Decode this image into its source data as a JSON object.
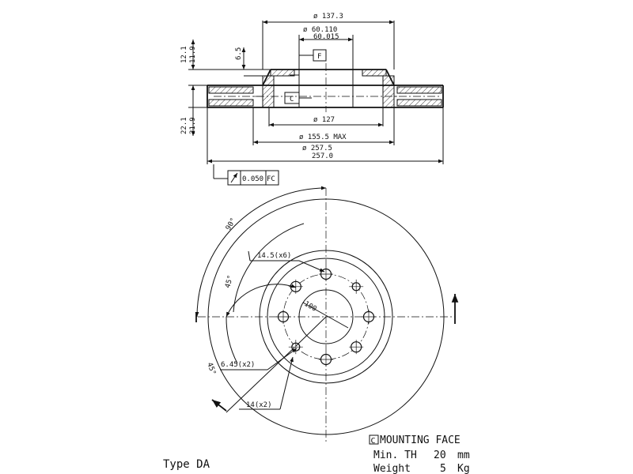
{
  "section_view": {
    "dims": {
      "outer_top_dia": "ø 137.3",
      "bore_tol_upper": "ø 60.110",
      "bore_tol_lower": "60.015",
      "datum_f": "F",
      "datum_c": "C",
      "height_a": "12.1",
      "height_b": "11.9",
      "step": "6.5",
      "thick_a": "22.1",
      "thick_b": "21.9",
      "inner_dia": "ø 127",
      "max_dia": "ø 155.5 MAX",
      "outer_dia_upper": "ø 257.5",
      "outer_dia_lower": "257.0",
      "runout_value": "0.050",
      "runout_datum": "FC"
    }
  },
  "front_view": {
    "dims": {
      "angle_90": "90°",
      "angle_45_top": "45°",
      "angle_45_bottom": "45°",
      "hole_6": "14.5(x6)",
      "pcd": "100",
      "hole_2": "6.45(x2)",
      "hole_14": "14(x2)"
    }
  },
  "notes": {
    "mounting_face_marker": "C",
    "mounting_face": "MOUNTING FACE",
    "min_th_label": "Min. TH",
    "min_th_value": "20",
    "min_th_unit": "mm",
    "weight_label": "Weight",
    "weight_value": "5",
    "weight_unit": "Kg",
    "type": "Type DA"
  }
}
